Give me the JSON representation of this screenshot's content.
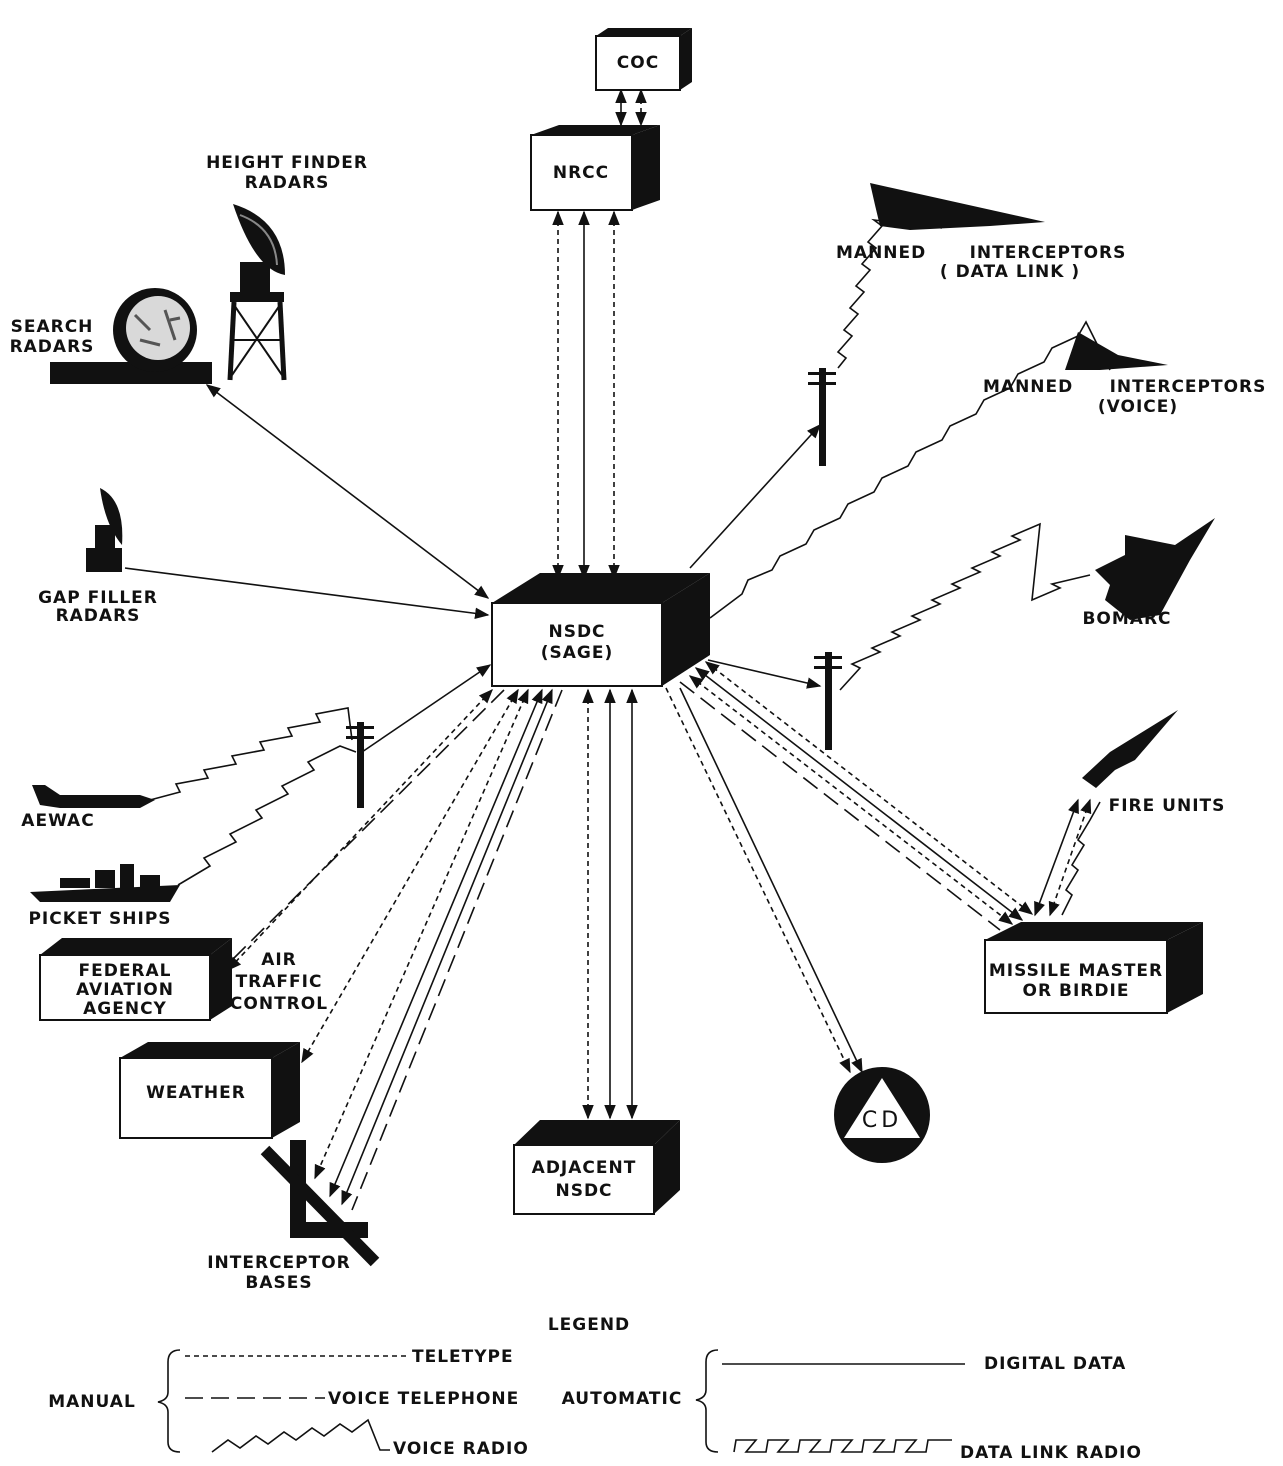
{
  "nodes": {
    "coc": "COC",
    "nrcc": "NRCC",
    "nsdc": [
      "NSDC",
      "(SAGE)"
    ],
    "height_finder": [
      "HEIGHT FINDER",
      "RADARS"
    ],
    "search_radars": [
      "SEARCH",
      "RADARS"
    ],
    "gap_filler": [
      "GAP FILLER",
      "RADARS"
    ],
    "manned_datalink_a": "MANNED",
    "manned_datalink_b": [
      "INTERCEPTORS",
      "( DATA LINK )"
    ],
    "manned_voice_a": "MANNED",
    "manned_voice_b": [
      "INTERCEPTORS",
      "(VOICE)"
    ],
    "bomarc": "BOMARC",
    "fire_units": "FIRE UNITS",
    "aewac": "AEWAC",
    "picket_ships": "PICKET SHIPS",
    "faa": [
      "FEDERAL",
      "AVIATION",
      "AGENCY"
    ],
    "air_traffic": [
      "AIR",
      "TRAFFIC",
      "CONTROL"
    ],
    "weather": "WEATHER",
    "interceptor_bases": [
      "INTERCEPTOR",
      "BASES"
    ],
    "adjacent_nsdc": [
      "ADJACENT",
      "NSDC"
    ],
    "cd": "CD",
    "missile_master": [
      "MISSILE MASTER",
      "OR BIRDIE"
    ]
  },
  "legend": {
    "title": "LEGEND",
    "manual": "MANUAL",
    "automatic": "AUTOMATIC",
    "teletype": "TELETYPE",
    "voice_telephone": "VOICE TELEPHONE",
    "voice_radio": "VOICE RADIO",
    "digital_data": "DIGITAL DATA",
    "data_link_radio": "DATA LINK RADIO"
  }
}
